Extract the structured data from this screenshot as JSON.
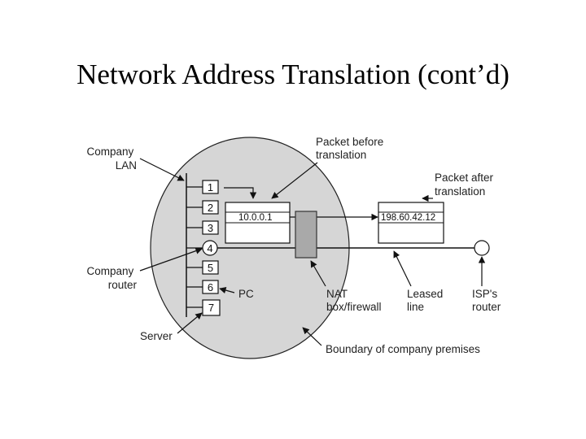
{
  "title": "Network Address Translation (cont’d)",
  "diagram": {
    "labels": {
      "company_lan": [
        "Company",
        "LAN"
      ],
      "company_router": [
        "Company",
        "router"
      ],
      "server": "Server",
      "pc": "PC",
      "packet_before": [
        "Packet before",
        "translation"
      ],
      "packet_after": [
        "Packet after",
        "translation"
      ],
      "nat": [
        "NAT",
        "box/firewall"
      ],
      "leased_line": [
        "Leased",
        "line"
      ],
      "isp_router": [
        "ISP's",
        "router"
      ],
      "boundary": "Boundary of company premises"
    },
    "lan_boxes": [
      "1",
      "2",
      "3",
      "4",
      "5",
      "6",
      "7"
    ],
    "packet_before_addr": "10.0.0.1",
    "packet_after_addr": "198.60.42.12",
    "colors": {
      "premises_fill": "#d6d6d6",
      "nat_fill": "#a9a9a9",
      "stroke": "#111111"
    }
  }
}
